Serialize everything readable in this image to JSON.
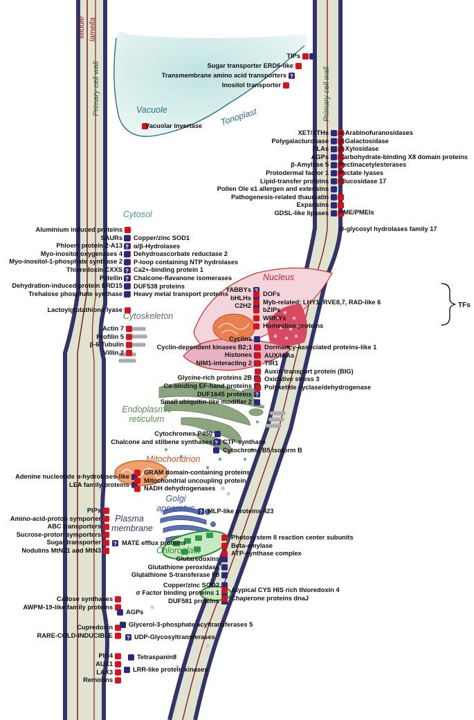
{
  "walls": {
    "middle_line1": "Middle",
    "middle_line2": "lamella",
    "primary_left": "Primary cell wall",
    "primary_right": "Primary cell wall"
  },
  "organelles": {
    "vacuole": "Vacuole",
    "tonoplast": "Tonoplast",
    "cytosol": "Cytosol",
    "nucleus": "Nucleus",
    "cytoskeleton": "Cytoskeleton",
    "er_line1": "Endoplasmic",
    "er_line2": "reticulum",
    "mitochondrion": "Mitochondrion",
    "golgi_line1": "Golgi",
    "golgi_line2": "apparatus",
    "plasma_line1": "Plasma",
    "plasma_line2": "membrane",
    "chloroplast": "Chloroplast"
  },
  "colors": {
    "up": "#d6131d",
    "down": "#2a2a7a",
    "question_mark": "#ffffff",
    "wall_blue": "#33336b",
    "wall_fill": "#dfe3d0",
    "lamella": "#8a1d2a"
  },
  "brace_label": "TFs",
  "labels": {
    "tonoplast_items": [
      "TIPs",
      "Sugar transporter ERD6-like",
      "Transmembrane amino acid transporters",
      "Inositol transporter"
    ],
    "vacuole_items": [
      "Vacuolar invertase"
    ],
    "wall_left": [
      "XET/XTHs",
      "Polygalacturonase",
      "FLAs",
      "AGPs",
      "β-Amylase 5",
      "Protodermal factor 1",
      "Lipid-transfer proteins",
      "Pollen Ole e1 allergen and extensins",
      "Pathogenesis-related thaumatin",
      "Expansins",
      "GDSL-like lipases"
    ],
    "wall_right": [
      "α-Arabinofuranosidases",
      "β-Galactosidase",
      "β-Xylosidase",
      "Carbohydrate-binding X8 domain proteins",
      "Pectinacetylesterases",
      "Pectate lyases",
      "Glucosidase 17",
      "PME/PMEIs",
      "O-glycosyl hydrolases family 17"
    ],
    "cytosol_left": [
      "Aluminium induced proteins",
      "SAURs",
      "Phloem protein 2-A13",
      "Myo-inositol oxygenases 4",
      "Myo-inositol-1-phosphate synthase 2",
      "Thioredoxin CXXS",
      "Patellin",
      "Dehydration-induced protein ERD15",
      "Trehalose phosphate synthase",
      "Lactoylglutathione lyase"
    ],
    "cytosol_right": [
      "Copper/zinc SOD1",
      "α/β-Hydrolases",
      "Dehydroascorbate reductase 2",
      "P-loop containing NTP hydrolases",
      "Ca2+-binding protein 1",
      "Chalcone-flavanone isomerases",
      "DUF538 proteins",
      "Heavy metal transport proteins"
    ],
    "nucleus_left": [
      "YABBYs",
      "bHLHs",
      "C2H2"
    ],
    "nucleus_right": [
      "DOFs",
      "Myb-related: LHY1, RVE8,7, RAD-like 6",
      "bZIPs",
      "WRKYs",
      "Homeobox proteins"
    ],
    "cytoskeleton_items": [
      "Actin 7",
      "Profilin 5",
      "β-6 Tubulin",
      "Villin 2"
    ],
    "cell_mid_left": [
      "Cyclins",
      "Cyclin-dependent kinases B2;1",
      "Histones",
      "NIM1-interacting 2",
      "Glycine-rich proteins 2B",
      "Ca-binding EF-hand proteins",
      "DUF1645 proteins",
      "Small ubiquitin-like modifier 2"
    ],
    "cell_mid_right": [
      "Dormancy-associated proteins-like 1",
      "AUX/IAAs",
      "TIR1",
      "Auxin transport protein (BIG)",
      "Oxidative stress 3",
      "Polyketide cyclase/dehydrogenase"
    ],
    "er_left": [
      "Cytochromes P450",
      "Chalcone and stilbene synthases"
    ],
    "er_right": [
      "CTP-synthase",
      "Cytochrome B5 isoform B"
    ],
    "mito_left": [
      "Adenine nucleotide α-hydrolases-like",
      "LEA family proteins"
    ],
    "mito_right": [
      "GRAM domain-containing proteins",
      "Mitochondrial uncoupling protein",
      "NADH dehydrogenases"
    ],
    "golgi_items": [
      "MLP-like proteins 423"
    ],
    "plasma_left": [
      "PIPs",
      "Amino-acid-proton symporter",
      "ABC transporters",
      "Sucrose-proton symporters",
      "Sugar transporter",
      "Nodulins MtN21 and MtN3"
    ],
    "plasma_right": [
      "MATE efflux proteins"
    ],
    "chloro_left": [
      "Glutaredoxins",
      "Glutathione peroxidase",
      "Glutathione S-transferase F8",
      "Copper/zinc SOD2",
      "σ Factor binding proteins 1",
      "DUF581 proteins"
    ],
    "chloro_right": [
      "Photosystem II reaction center subunits",
      "Beta-amylase",
      "ATP-synthase complex",
      "Atypical CYS HIS rich thioredoxin 4",
      "Chaperone proteins dnaJ"
    ],
    "bottom_left": [
      "Callose synthases",
      "AWPM-19-like family proteins",
      "Cupredoxin",
      "RARE-COLD-INDUCIBLE",
      "PIN4",
      "AUX1",
      "LAX3",
      "Remorins"
    ],
    "bottom_right": [
      "AGPs",
      "Glycerol-3-phosphate acyltransferases 5",
      "UDP-Glycosyltransferases",
      "Tetraspanin8",
      "LRR-like protein kinases"
    ]
  }
}
